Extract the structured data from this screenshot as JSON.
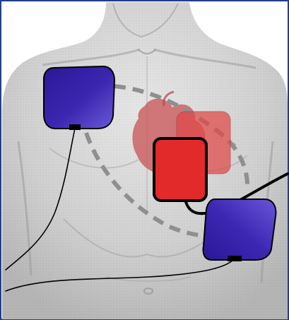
{
  "figure": {
    "subject": "torso-front-view",
    "frame_color": "#1f3f8f",
    "skin_color": "#d6d6d6",
    "skin_shadow_color": "#a8a8a8",
    "heart_color": "#c9575a",
    "pad_blue_color": "#3a22a8",
    "pad_red_color": "#e22a2a",
    "pad_red_faded_color": "#e04848",
    "dash_color": "#8f8f8f",
    "wire_color": "#000000",
    "items": [
      {
        "name": "right-upper-chest-pad",
        "color_ref": "pad_blue_color"
      },
      {
        "name": "left-lower-chest-pad",
        "color_ref": "pad_blue_color"
      },
      {
        "name": "anterior-pad",
        "color_ref": "pad_red_color"
      },
      {
        "name": "posterior-pad-behind",
        "color_ref": "pad_red_faded_color"
      },
      {
        "name": "heart",
        "color_ref": "heart_color"
      }
    ]
  }
}
